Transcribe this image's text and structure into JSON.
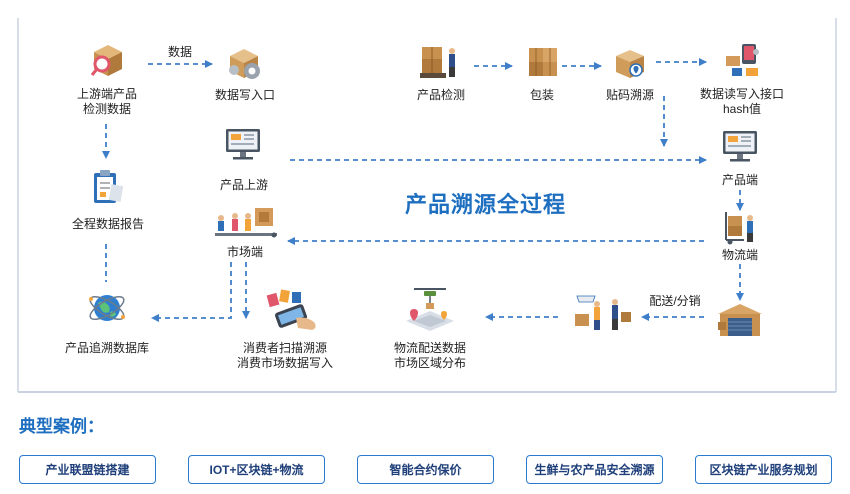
{
  "diagram": {
    "title": "产品溯源全过程",
    "nodes": {
      "upstream_data": [
        "上游端产品",
        "检测数据"
      ],
      "data_write": "数据写入口",
      "report": "全程数据报告",
      "database": "产品追溯数据库",
      "product_upstream": "产品上游",
      "market": "市场端",
      "consumer": [
        "消费者扫描溯源",
        "消费市场数据写入"
      ],
      "delivery": [
        "物流配送数据",
        "市场区域分布"
      ],
      "inspection": "产品检测",
      "packaging": "包装",
      "label_trace": "贴码溯源",
      "read_write": [
        "数据读写入接口",
        "hash值"
      ],
      "product_end": "产品端",
      "logistics": "物流端"
    },
    "edge_labels": {
      "data": "数据",
      "distribution": "配送/分销"
    }
  },
  "cases": {
    "title": "典型案例：",
    "items": [
      "产业联盟链搭建",
      "IOT+区块链+物流",
      "智能合约保价",
      "生鲜与农产品安全溯源",
      "区块链产业服务规划"
    ]
  },
  "colors": {
    "accent": "#1f6fc0",
    "arrow": "#3f7fc9",
    "button_border": "#2a7bd0",
    "panel_border": "#b9c8dc"
  }
}
